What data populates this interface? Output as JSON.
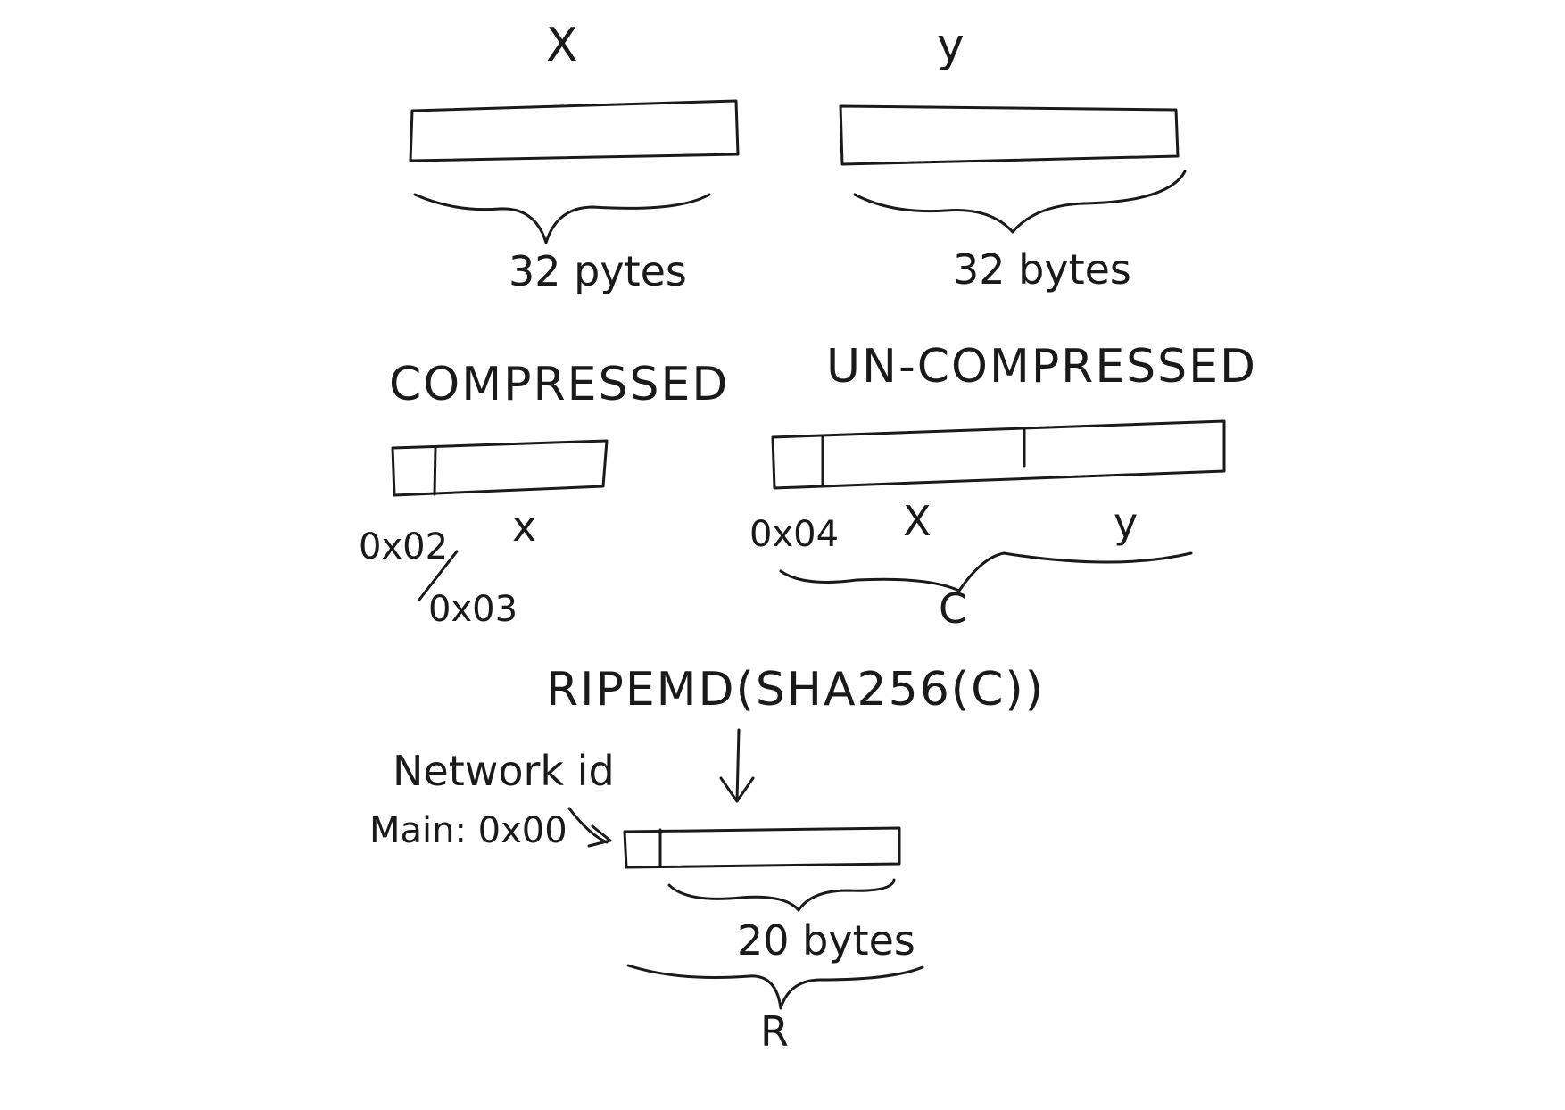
{
  "top": {
    "x_label": "X",
    "y_label": "y",
    "x_size": "32 pytes",
    "y_size": "32 bytes"
  },
  "compressed": {
    "title": "COMPRESSED",
    "prefix": "0x02",
    "prefix_alt": "0x03",
    "field": "x"
  },
  "uncompressed": {
    "title": "UN-COMPRESSED",
    "prefix": "0x04",
    "field_x": "X",
    "field_y": "y",
    "group_label": "C"
  },
  "hash": {
    "expression": "RIPEMD(SHA256(C))"
  },
  "network": {
    "label": "Network id",
    "main": "Main: 0x00",
    "payload_size": "20 bytes",
    "result_label": "R"
  },
  "colors": {
    "ink": "#1a1a1a",
    "paper": "#ffffff"
  }
}
